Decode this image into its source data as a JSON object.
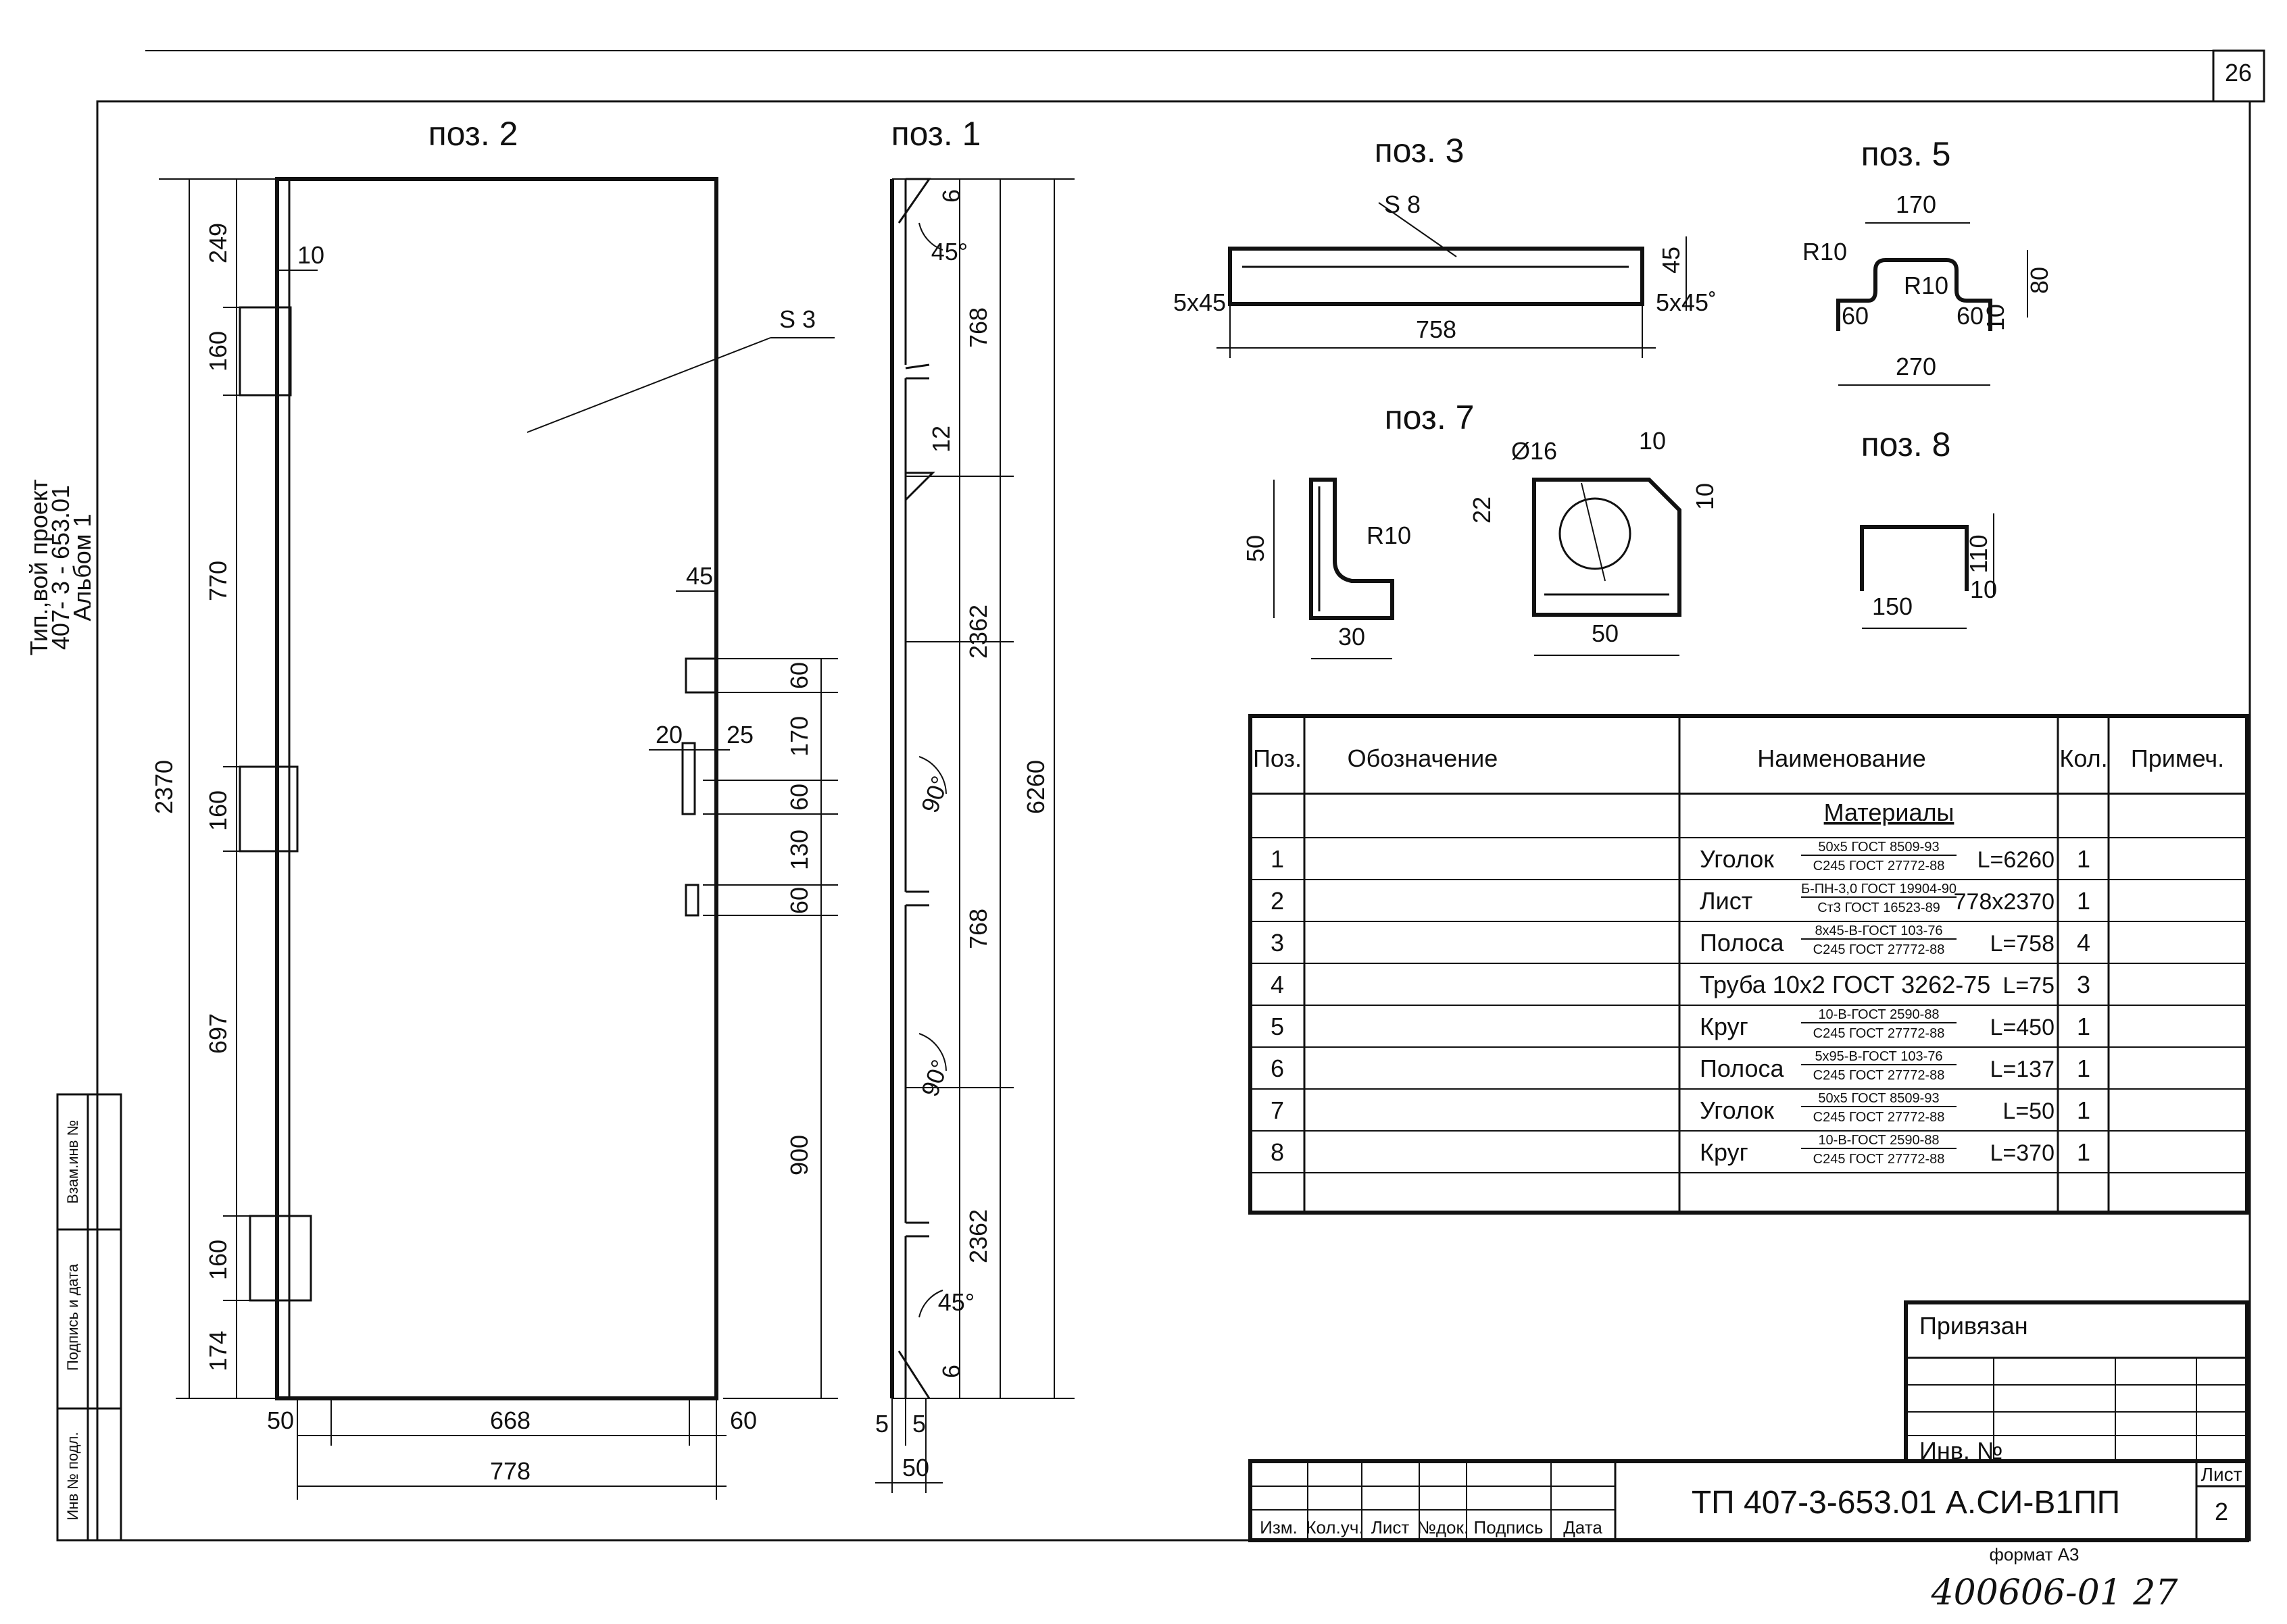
{
  "sheet": {
    "page_number": "26",
    "side_caption_line1": "Тип.,вой проект",
    "side_caption_line2": "407- 3 - 653.01",
    "side_caption_line3": "Альбом 1",
    "stamp_vzam": "Взам.инв №",
    "stamp_podpis": "Подпись и дата",
    "stamp_inv": "Инв № подл.",
    "format": "формат А3",
    "handwritten": "400606-01  27"
  },
  "views": {
    "p2": {
      "title": "поз. 2",
      "s3": "S 3",
      "d2370": "2370",
      "d249": "249",
      "d10": "10",
      "d160a": "160",
      "d770": "770",
      "d160b": "160",
      "d697": "697",
      "d160c": "160",
      "d174": "174",
      "d45": "45",
      "d60a": "60",
      "d20": "20",
      "d25": "25",
      "d170": "170",
      "d60b": "60",
      "d130": "130",
      "d60c": "60",
      "d900": "900",
      "d50": "50",
      "d668": "668",
      "d60d": "60",
      "d778": "778"
    },
    "p1": {
      "title": "поз. 1",
      "d6a": "6",
      "a45a": "45°",
      "d768a": "768",
      "d12": "12",
      "d2362a": "2362",
      "a90a": "90°",
      "d6260": "6260",
      "d768b": "768",
      "a90b": "90°",
      "d2362b": "2362",
      "a45b": "45°",
      "d6b": "6",
      "d5a": "5",
      "d5b": "5",
      "d50": "50"
    },
    "p3": {
      "title": "поз. 3",
      "s8": "S 8",
      "c5x45a": "5x45",
      "c5x45b": "5x45˚",
      "d45": "45",
      "d758": "758"
    },
    "p5": {
      "title": "поз. 5",
      "d170": "170",
      "r10a": "R10",
      "r10b": "R10",
      "d60a": "60",
      "d60b": "60",
      "d10": "10",
      "d80": "80",
      "d270": "270"
    },
    "p7": {
      "title": "поз. 7",
      "d50a": "50",
      "r10": "R10",
      "d30": "30",
      "dia16": "Ø16",
      "d10a": "10",
      "d22": "22",
      "d10b": "10",
      "d50b": "50"
    },
    "p8": {
      "title": "поз. 8",
      "d110": "110",
      "d150": "150",
      "d10": "10"
    }
  },
  "spec": {
    "headers": {
      "pos": "Поз.",
      "oboz": "Обозначение",
      "name": "Наименование",
      "kol": "Кол.",
      "prim": "Примеч."
    },
    "section": "Материалы",
    "rows": [
      {
        "pos": "1",
        "name": "Уголок",
        "top": "50x5 ГОСТ 8509-93",
        "bot": "C245 ГОСТ 27772-88",
        "len": "L=6260",
        "qty": "1"
      },
      {
        "pos": "2",
        "name": "Лист",
        "top": "Б-ПН-3,0 ГОСТ 19904-90",
        "bot": "Ст3 ГОСТ 16523-89",
        "len": "778x2370",
        "qty": "1"
      },
      {
        "pos": "3",
        "name": "Полоса",
        "top": "8x45-B-ГОСТ 103-76",
        "bot": "C245 ГОСТ 27772-88",
        "len": "L=758",
        "qty": "4"
      },
      {
        "pos": "4",
        "name": "Труба 10x2 ГОСТ 3262-75",
        "top": "",
        "bot": "",
        "len": "L=75",
        "qty": "3"
      },
      {
        "pos": "5",
        "name": "Круг",
        "top": "10-B-ГОСТ 2590-88",
        "bot": "C245 ГОСТ 27772-88",
        "len": "L=450",
        "qty": "1"
      },
      {
        "pos": "6",
        "name": "Полоса",
        "top": "5x95-B-ГОСТ 103-76",
        "bot": "C245 ГОСТ 27772-88",
        "len": "L=137",
        "qty": "1"
      },
      {
        "pos": "7",
        "name": "Уголок",
        "top": "50x5 ГОСТ 8509-93",
        "bot": "C245 ГОСТ 27772-88",
        "len": "L=50",
        "qty": "1"
      },
      {
        "pos": "8",
        "name": "Круг",
        "top": "10-B-ГОСТ 2590-88",
        "bot": "C245 ГОСТ 27772-88",
        "len": "L=370",
        "qty": "1"
      }
    ]
  },
  "titleblock": {
    "privyazan": "Привязан",
    "inv": "Инв. №",
    "designation": "ТП   407-3-653.01   А.СИ-В1ПП",
    "list_label": "Лист",
    "list_value": "2",
    "cols": [
      "Изм.",
      "Кол.уч.",
      "Лист",
      "№док.",
      "Подпись",
      "Дата"
    ]
  }
}
